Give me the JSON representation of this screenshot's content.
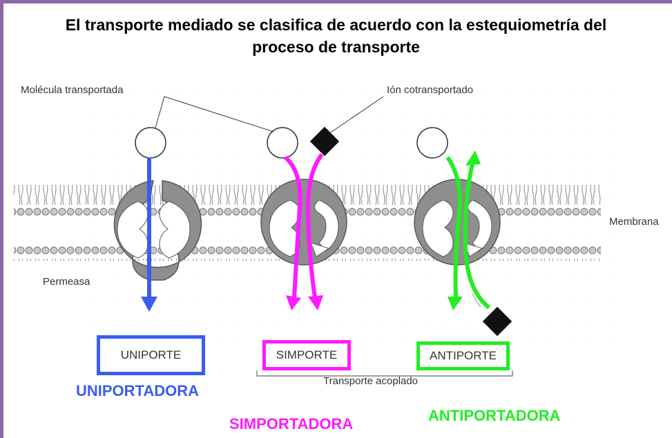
{
  "title": {
    "line1": "El transporte mediado se clasifica de acuerdo con la estequiometría del",
    "line2": "proceso de transporte"
  },
  "labels": {
    "molecule": "Molécula transportada",
    "ion": "Ión cotransportado",
    "membrane": "Membrana",
    "permease": "Permeasa",
    "coupled": "Transporte acoplado"
  },
  "boxes": {
    "uniporte": "UNIPORTE",
    "simporte": "SIMPORTE",
    "antiporte": "ANTIPORTE"
  },
  "categories": {
    "uniportadora": "UNIPORTADORA",
    "simportadora": "SIMPORTADORA",
    "antiportadora": "ANTIPORTADORA"
  },
  "colors": {
    "uniporte": "#3a5cf2",
    "simporte": "#ff1aff",
    "antiporte": "#22ee22",
    "frame": "#8a6aa8"
  }
}
